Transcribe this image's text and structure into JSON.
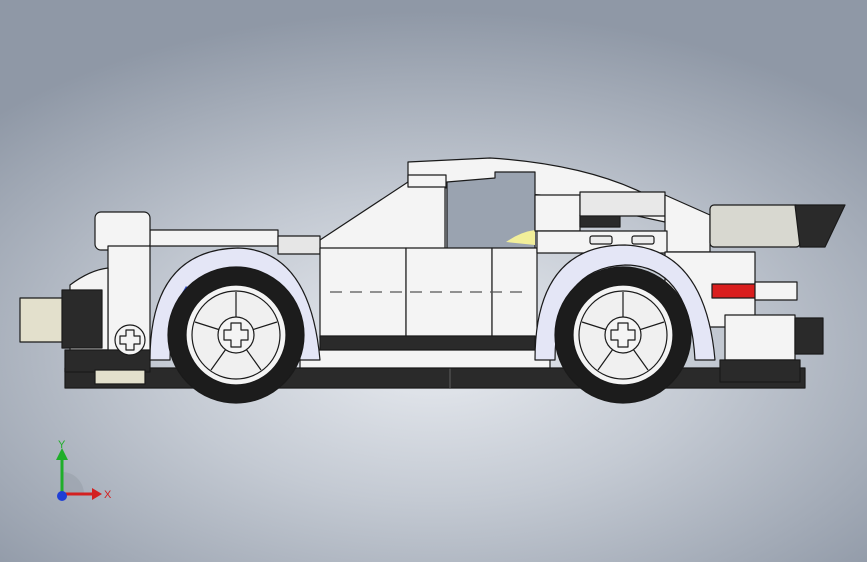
{
  "viewport": {
    "model": "lego-race-car",
    "view": "side-elevation"
  },
  "triad": {
    "x_label": "X",
    "y_label": "Y",
    "x_color": "#d32020",
    "y_color": "#1fae2a",
    "z_color": "#1f3fd6"
  },
  "colors": {
    "body_white": "#f4f4f4",
    "outline": "#1a1a1a",
    "dark_part": "#2a2a2a",
    "tan_part": "#e3e0cc",
    "red_stripe": "#d91e1e",
    "accent_yellow": "#f2ef9a",
    "accent_blue": "#2f4fd0"
  }
}
